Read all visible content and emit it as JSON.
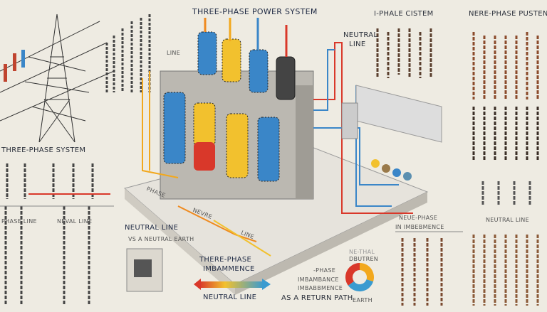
{
  "title": "THREE-PHASE POWER SYSTEM",
  "labels": {
    "top_center_right": "I-PHALE CISTEM",
    "top_right": "NERE-PHASE PUSTENT",
    "neutral": "NEUTRAL",
    "line_right": "LINE",
    "line_left": "LINE",
    "three_phase_system": "THREE-PHASE SYSTEM",
    "phase_line": "PHASE LINE",
    "neval_line": "NEVAL LINE",
    "platform_phase": "PHASE",
    "platform_nevre": "NEVRE",
    "platform_line": "LINE",
    "neutral_line_left": "NEUTRAL LINE",
    "vs_neutral_earth": "VS A NEUTRAL EARTH",
    "there_phase_1": "THERE-PHASE",
    "there_phase_2": "IMBAMMENCE",
    "neutral_line_bottom": "NEUTRAL LINE",
    "phase_imb_1": "-PHASE",
    "phase_imb_2": "IMBAMBANCE",
    "phase_imb_3": "IMBABBMENCE",
    "return_path": "AS A RETURN PATH",
    "ne_thal_1": "NE-THAL",
    "ne_thal_2": "DBUTREN",
    "earth": "EARTH",
    "neue_phase_1": "NEUE-PHASE",
    "neue_phase_2": "IN IMBEBMENCE",
    "neutral_line_right": "NEUTRAL LINE"
  },
  "colors": {
    "background": "#eeebe2",
    "phase_blue": "#3a86c8",
    "phase_yellow": "#f2c12e",
    "phase_red": "#d9382a",
    "phase_orange": "#ef8a1f"
  },
  "donut": [
    {
      "color": "#f2a81d",
      "value": 30
    },
    {
      "color": "#3a9bd0",
      "value": 35
    },
    {
      "color": "#d9382a",
      "value": 35
    }
  ]
}
